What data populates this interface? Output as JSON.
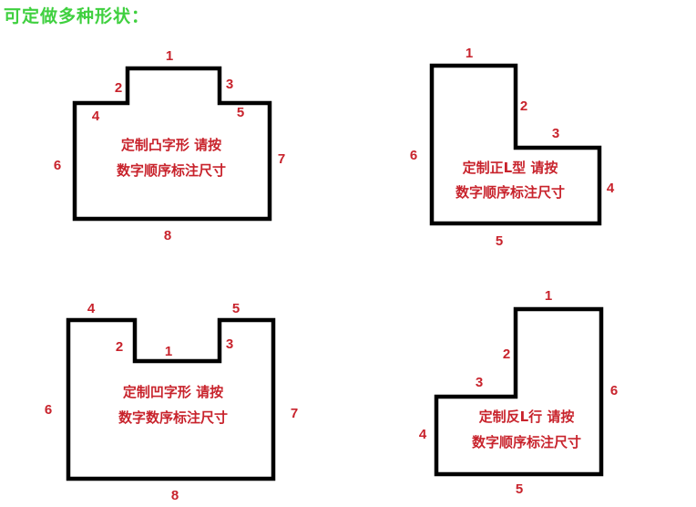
{
  "title": "可定做多种形状：",
  "shapes": [
    {
      "name": "convex-shape",
      "caption": [
        "定制凸字形 请按",
        "数字顺序标注尺寸"
      ],
      "labels": [
        "1",
        "2",
        "3",
        "4",
        "5",
        "6",
        "7",
        "8"
      ]
    },
    {
      "name": "l-shape",
      "caption": [
        "定制正L型 请按",
        "数字顺序标注尺寸"
      ],
      "labels": [
        "1",
        "2",
        "3",
        "4",
        "5",
        "6"
      ]
    },
    {
      "name": "concave-shape",
      "caption": [
        "定制凹字形 请按",
        "数字数序标注尺寸"
      ],
      "labels": [
        "1",
        "2",
        "3",
        "4",
        "5",
        "6",
        "7",
        "8"
      ]
    },
    {
      "name": "reverse-l-shape",
      "caption": [
        "定制反L行 请按",
        "数字顺序标注尺寸"
      ],
      "labels": [
        "1",
        "2",
        "3",
        "4",
        "5",
        "6"
      ]
    }
  ],
  "colors": {
    "title": "#3fd03f",
    "label": "#c8232c",
    "outline": "#000000"
  }
}
